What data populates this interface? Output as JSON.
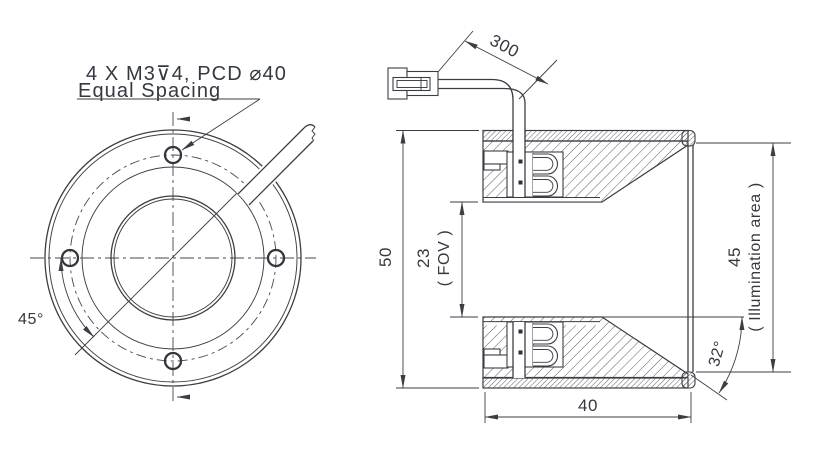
{
  "front_view": {
    "callout_line1": "4 X M3⊽4, PCD ⌀40",
    "callout_line2": "Equal Spacing",
    "angle_dim": "45°"
  },
  "section_view": {
    "cable_length_dim": "300",
    "outer_diameter_dim": "50",
    "fov_dim": "23",
    "fov_label": "( FOV )",
    "illumination_dim": "45",
    "illumination_label": "( Illumination area )",
    "beam_angle_dim": "32°",
    "body_depth_dim": "40"
  },
  "colors": {
    "line": "#3b3e44",
    "hatch": "#5a5e64",
    "background": "#ffffff"
  }
}
